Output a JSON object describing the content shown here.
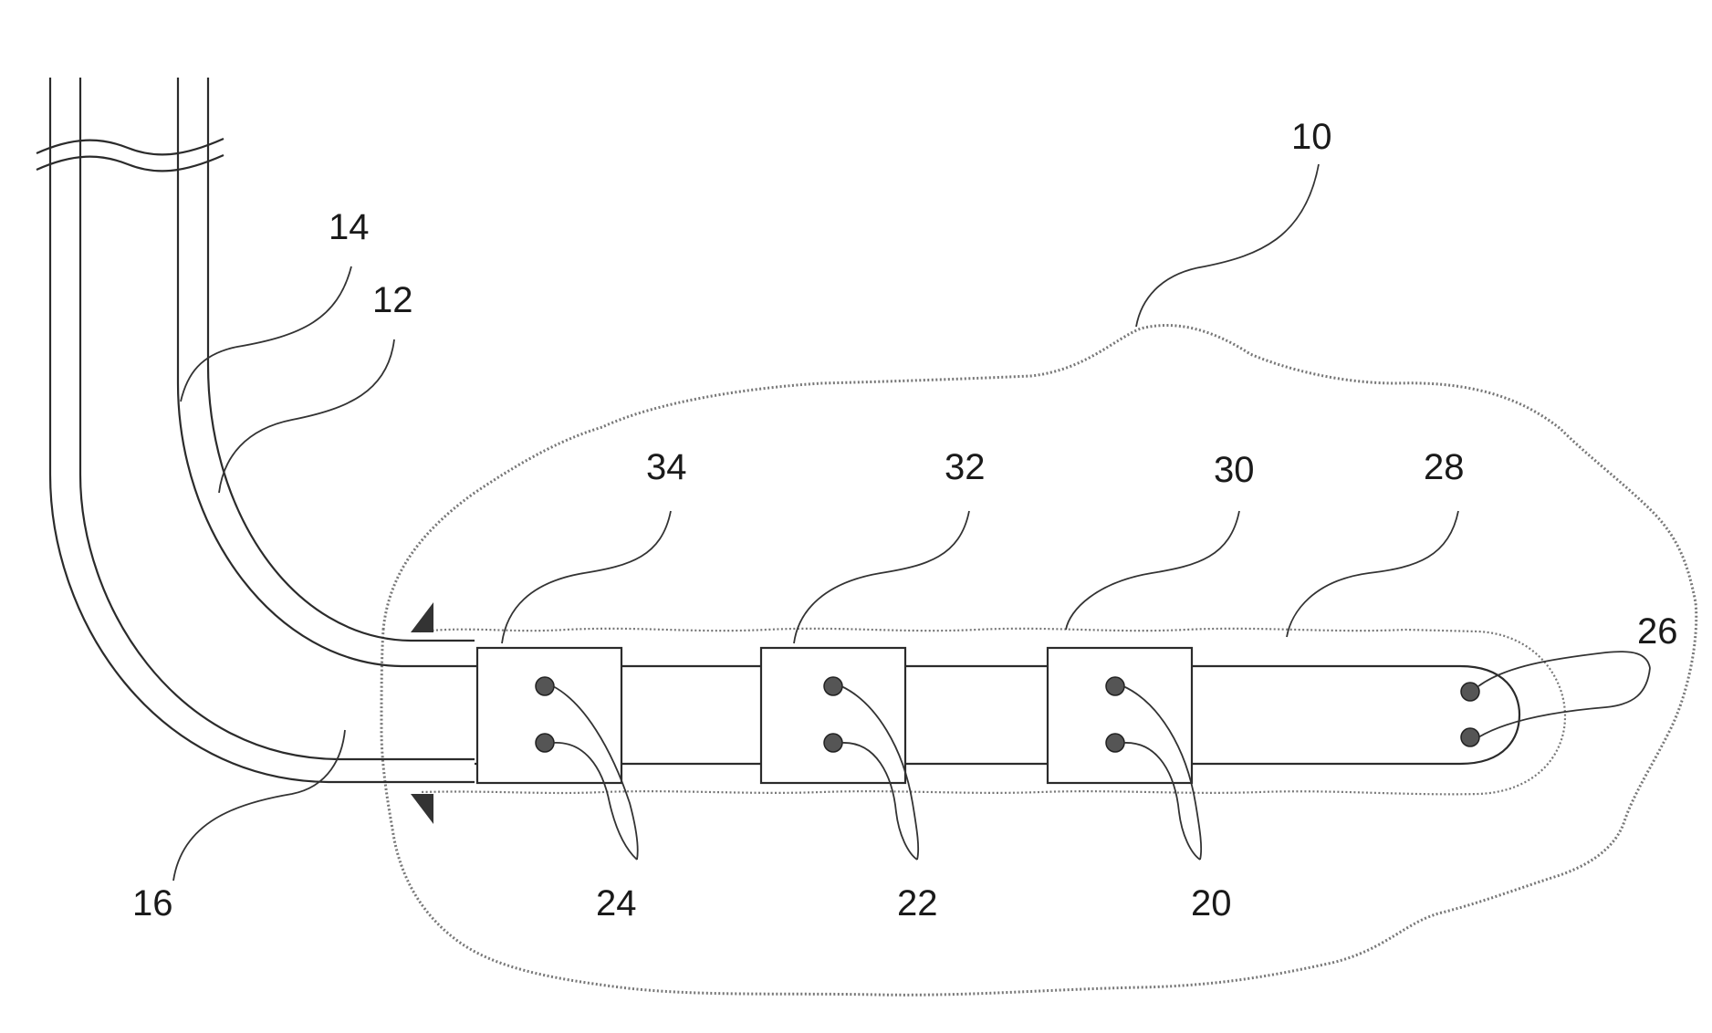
{
  "labels": {
    "formation": "10",
    "tubing_inner": "12",
    "casing_outer": "14",
    "annulus": "16",
    "sensor_group_1": "20",
    "sensor_group_2": "22",
    "sensor_group_3": "24",
    "toe_sensors": "26",
    "lateral": "28",
    "module_1": "30",
    "module_2": "32",
    "module_3": "34"
  },
  "colors": {
    "line": "#2b2b2b",
    "formation_boundary": "#777777",
    "sensor_fill": "#555555",
    "packer_fill": "#333333",
    "background": "#ffffff"
  }
}
